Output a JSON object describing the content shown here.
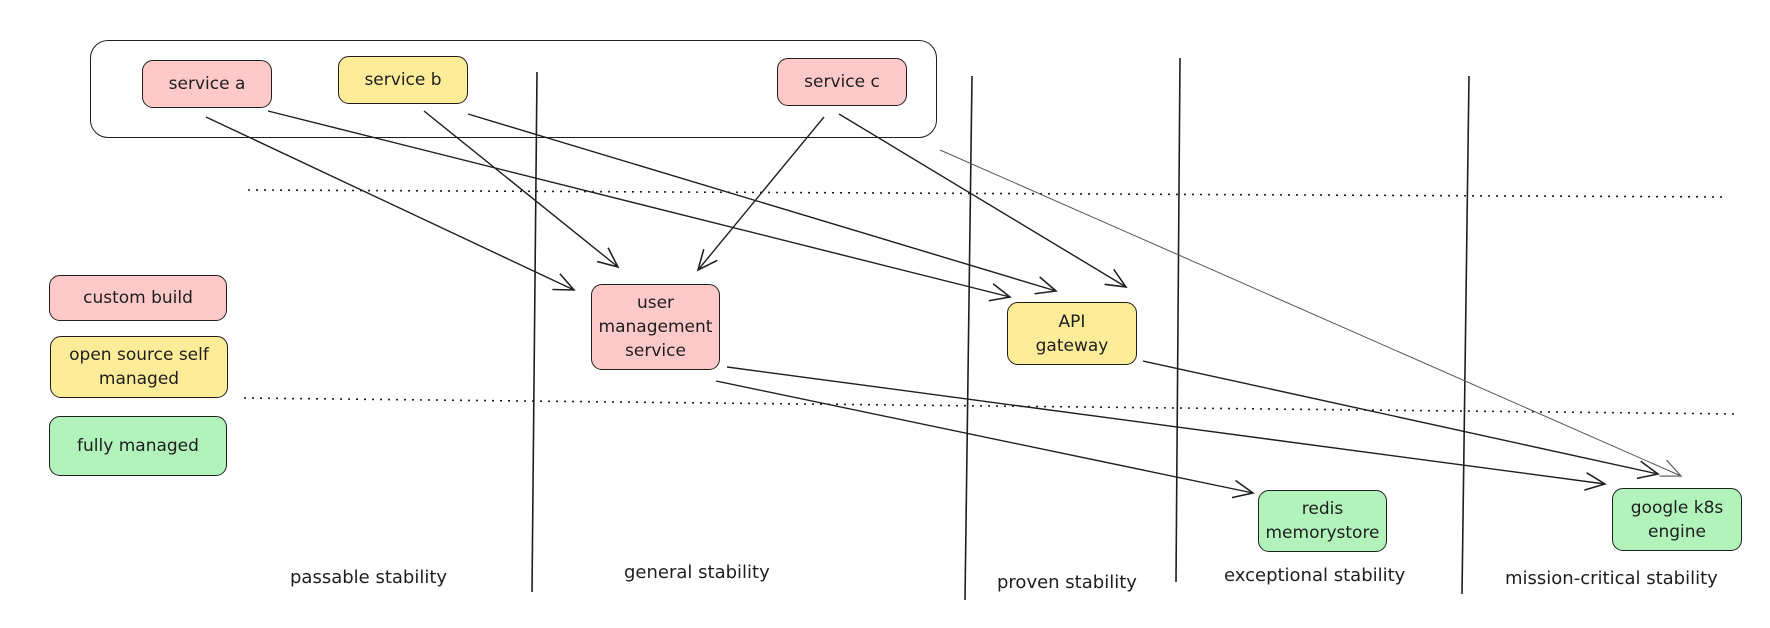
{
  "services": {
    "service_a": "service a",
    "service_b": "service b",
    "service_c": "service c"
  },
  "legend": {
    "custom_build": "custom build",
    "open_source": "open source self\nmanaged",
    "fully_managed": "fully managed"
  },
  "components": {
    "user_management": "user\nmanagement\nservice",
    "api_gateway": "API\ngateway",
    "redis": "redis\nmemorystore",
    "gke": "google k8s\nengine"
  },
  "stability_levels": [
    "passable stability",
    "general stability",
    "proven stability",
    "exceptional stability",
    "mission-critical stability"
  ],
  "colors": {
    "custom_build": "#ffc9c9",
    "open_source_self_managed": "#ffec99",
    "fully_managed": "#b2f2bb",
    "stroke": "#1e1e1e"
  }
}
